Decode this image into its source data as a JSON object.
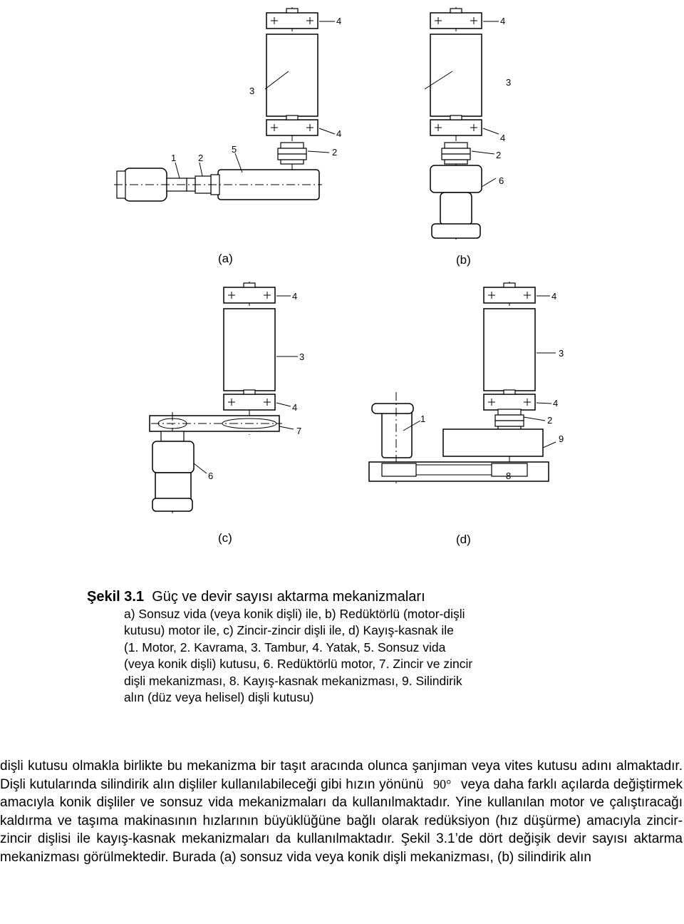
{
  "figure": {
    "subfigures": [
      {
        "label": "(a)",
        "parts": [
          "1",
          "2",
          "5",
          "3",
          "4",
          "4",
          "2"
        ]
      },
      {
        "label": "(b)",
        "parts": [
          "4",
          "3",
          "4",
          "2",
          "6"
        ]
      },
      {
        "label": "(c)",
        "parts": [
          "4",
          "3",
          "4",
          "7",
          "6"
        ]
      },
      {
        "label": "(d)",
        "parts": [
          "4",
          "3",
          "4",
          "2",
          "9",
          "1",
          "8"
        ]
      }
    ]
  },
  "caption": {
    "number": "Şekil 3.1",
    "title": "Güç ve devir sayısı aktarma mekanizmaları",
    "lines": [
      "a) Sonsuz vida (veya konik dişli) ile, b) Redüktörlü (motor-dişli",
      "kutusu) motor ile, c) Zincir-zincir dişli ile, d) Kayış-kasnak ile",
      "(1. Motor, 2. Kavrama, 3. Tambur, 4. Yatak, 5. Sonsuz vida",
      "(veya konik dişli) kutusu, 6. Redüktörlü motor, 7. Zincir ve zincir",
      "dişli mekanizması, 8. Kayış-kasnak mekanizması, 9. Silindirik",
      "alın (düz veya helisel) dişli kutusu)"
    ]
  },
  "paragraph": {
    "part1": "dişli kutusu olmakla birlikte bu mekanizma bir taşıt aracında olunca şanjıman veya vites kutusu adını almaktadır. Dişli kutularında silindirik alın dişliler kullanılabileceği gibi hızın yönünü",
    "degree": "90°",
    "part2": "veya daha farklı açılarda değiştirmek amacıyla konik dişliler ve sonsuz vida mekanizmaları da kullanılmaktadır. Yine kullanılan motor ve çalıştıracağı kaldırma ve taşıma makinasının hızlarının büyüklüğüne bağlı olarak redüksiyon (hız düşürme) amacıyla zincir-zincir dişlisi ile kayış-kasnak mekanizmaları da kullanılmaktadır. Şekil 3.1’de dört değişik devir sayısı aktarma mekanizması görülmektedir. Burada (a) sonsuz vida veya konik dişli mekanizması, (b) silindirik alın"
  }
}
